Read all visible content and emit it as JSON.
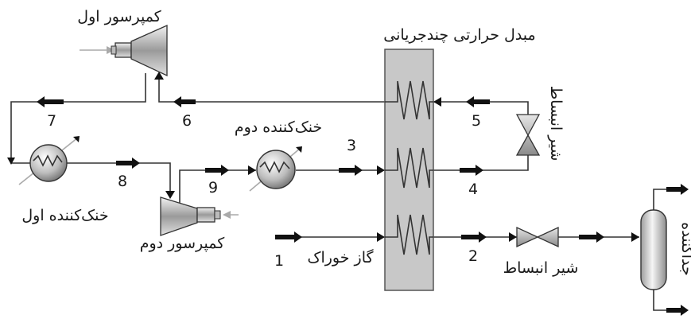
{
  "labels": {
    "compressor1": "کمپرسور اول",
    "compressor2": "کمپرسور دوم",
    "cooler1": "خنک‌کننده اول",
    "cooler2": "خنک‌کننده دوم",
    "heat_exchanger": "مبدل حرارتی چندجریانی",
    "valve_vertical": "شیر انبساط",
    "valve_horizontal": "شیر انبساط",
    "feed_gas": "گاز خوراک",
    "separator": "جداکننده"
  },
  "streams": [
    "1",
    "2",
    "3",
    "4",
    "5",
    "6",
    "7",
    "8",
    "9"
  ],
  "colors": {
    "exchanger_fill": "#c8c8c8",
    "line": "#333333",
    "arrow": "#111111",
    "aux": "#aaaaaa"
  },
  "icons": [
    "compressor-icon",
    "cooler-icon",
    "valve-icon",
    "separator-icon",
    "coil-icon"
  ]
}
